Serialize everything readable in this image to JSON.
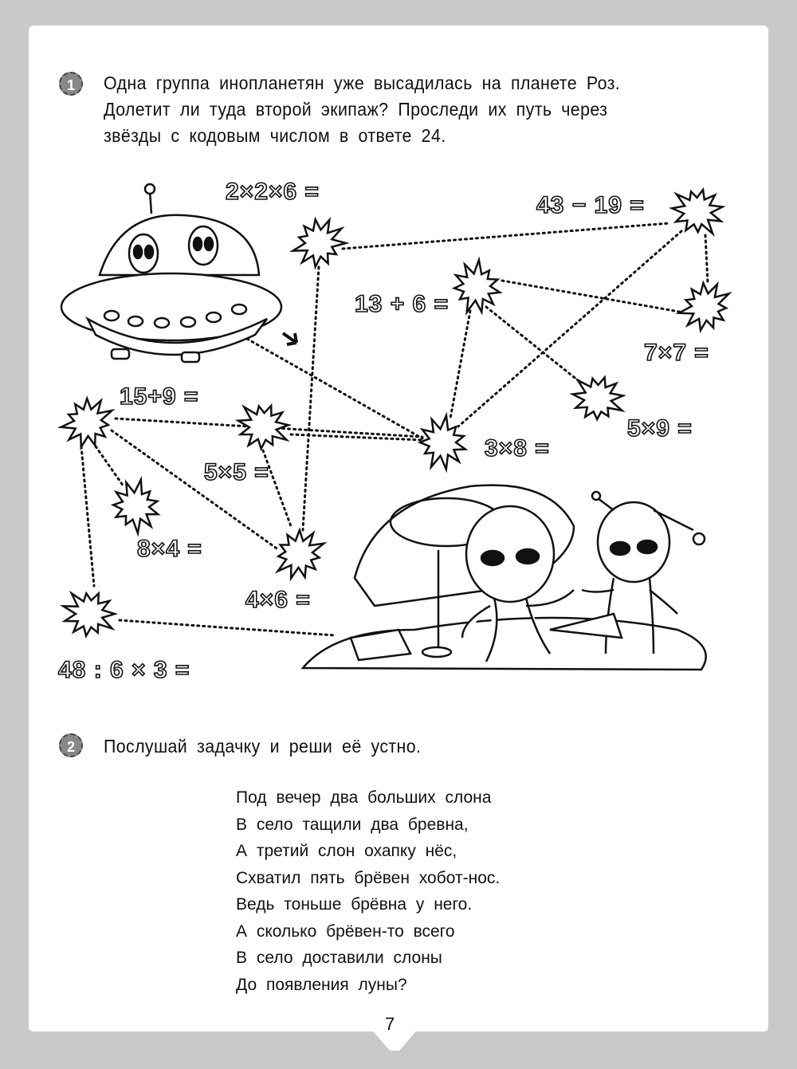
{
  "task1": {
    "number": "1",
    "lines": [
      "Одна группа инопланетян уже высадилась на планете Роз.",
      "Долетит ли туда второй экипаж? Проследи их путь через",
      "звёзды с кодовым числом в ответе 24."
    ],
    "expressions": {
      "e1": "2×2×6 =",
      "e2": "43 − 19 =",
      "e3": "13 + 6 =",
      "e4": "7×7 =",
      "e5": "5×9 =",
      "e6": "3×8 =",
      "e7": "15+9 =",
      "e8": "5×5 =",
      "e9": "8×4 =",
      "e10": "4×6 =",
      "e11": "48 : 6 × 3 ="
    }
  },
  "task2": {
    "number": "2",
    "instruction": "Послушай задачку и реши её устно.",
    "poem": [
      "Под вечер два больших слона",
      "В село тащили два бревна,",
      "А третий слон охапку нёс,",
      "Схватил пять брёвен хобот-нос.",
      "Ведь тоньше брёвна у него.",
      "А сколько брёвен-то всего",
      "В село доставили слоны",
      "До появления луны?"
    ]
  },
  "page_number": "7"
}
